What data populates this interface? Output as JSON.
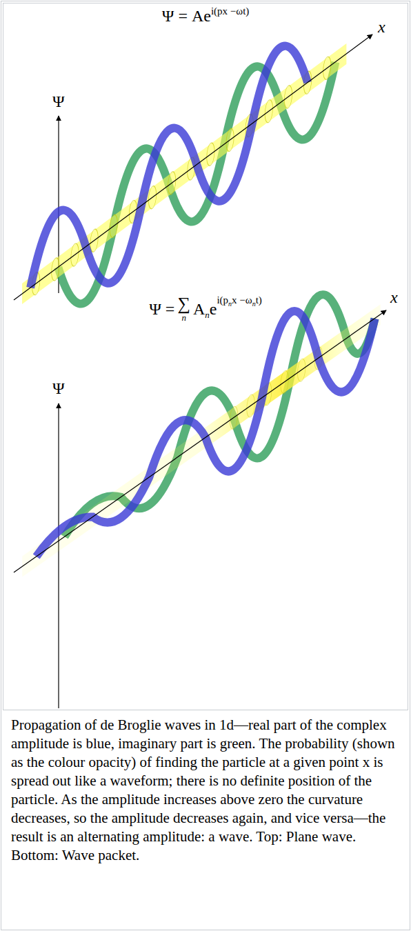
{
  "diagram": {
    "caption": "Propagation of de Broglie waves in 1d—real part of the complex amplitude is blue, imaginary part is green. The probability (shown as the colour opacity) of finding the particle at a given point x is spread out like a waveform; there is no definite position of the particle. As the amplitude increases above zero the curvature decreases, so the amplitude decreases again, and vice versa—the result is an alternating amplitude: a wave. Top: Plane wave. Bottom: Wave packet.",
    "labels": [
      "Ψ = Ae",
      "i(px −ωt)",
      "x",
      "Ψ",
      "Ψ =",
      "∑",
      "n",
      "A",
      "n",
      "e",
      "i(p",
      "n",
      "x −ω",
      "n",
      "t)",
      "x",
      "Ψ"
    ]
  }
}
